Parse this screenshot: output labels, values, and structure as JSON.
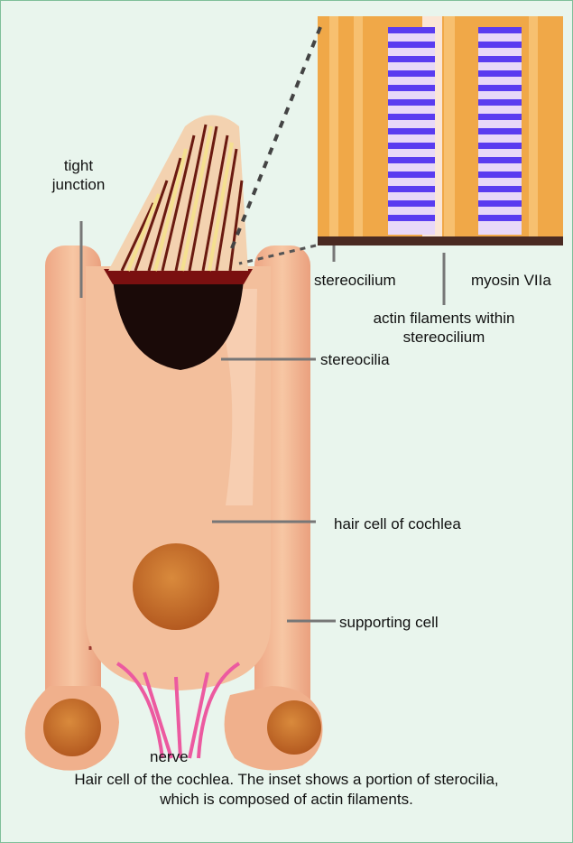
{
  "labels": {
    "tight_junction_line1": "tight",
    "tight_junction_line2": "junction",
    "stereocilium": "stereocilium",
    "myosin": "myosin VIIa",
    "actin_line1": "actin filaments within",
    "actin_line2": "stereocilium",
    "stereocilia": "stereocilia",
    "hair_cell": "hair cell of cochlea",
    "supporting_cell": "supporting cell",
    "nerve": "nerve"
  },
  "caption": {
    "line1": "Hair cell of the cochlea. The inset shows a portion of sterocilia,",
    "line2": "which is composed of actin filaments."
  },
  "colors": {
    "background": "#e9f5ed",
    "cell": "#f2b690",
    "nucleus": "#c8692a",
    "nerve": "#e8559a",
    "filament_blue": "#5a3cf0",
    "filament_orange": "#f0a040"
  }
}
